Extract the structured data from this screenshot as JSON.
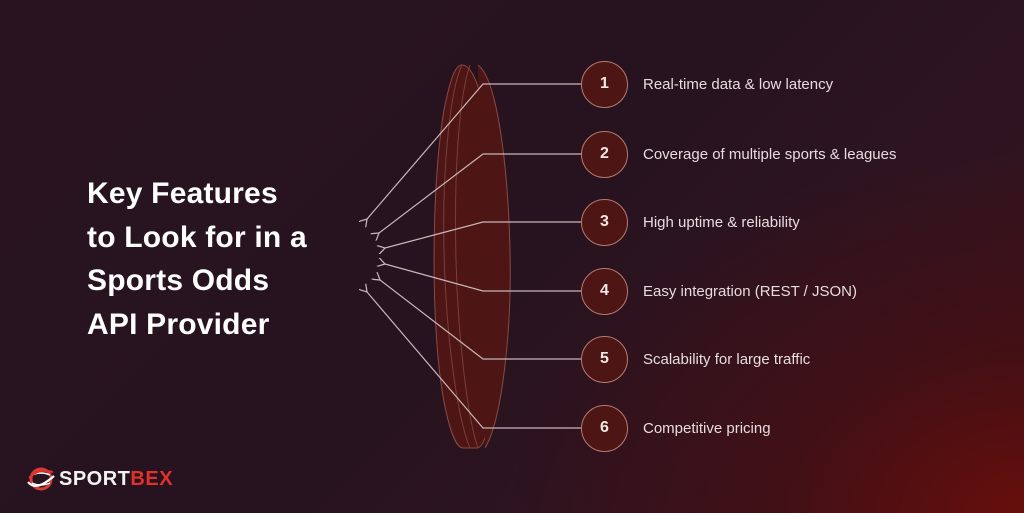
{
  "title": {
    "lines": [
      "Key Features",
      "to Look for in a",
      "Sports Odds",
      "API Provider"
    ]
  },
  "features": [
    {
      "number": "1",
      "label": "Real-time data & low latency"
    },
    {
      "number": "2",
      "label": "Coverage of multiple sports & leagues"
    },
    {
      "number": "3",
      "label": "High uptime & reliability"
    },
    {
      "number": "4",
      "label": "Easy integration (REST / JSON)"
    },
    {
      "number": "5",
      "label": "Scalability for large traffic"
    },
    {
      "number": "6",
      "label": "Competitive pricing"
    }
  ],
  "logo": {
    "part1": "SPORT",
    "part2": "BEX",
    "icon": "globe-swoosh-icon"
  },
  "colors": {
    "background": "#26131f",
    "lens_fill": "#4d1614",
    "accent_red": "#e0312b",
    "line": "#c9b4b8",
    "text": "#e6dcde"
  }
}
